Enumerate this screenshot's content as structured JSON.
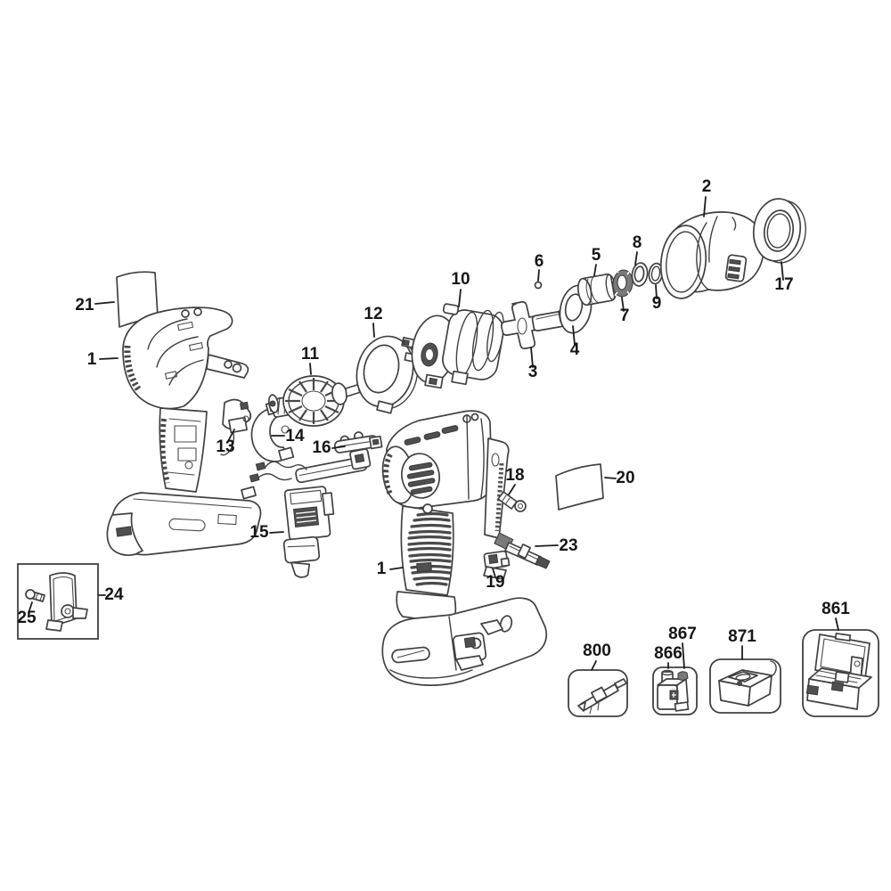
{
  "colors": {
    "background": "#ffffff",
    "line_art": "#414141",
    "dark_fill": "#4f4f4f",
    "label_text": "#161616"
  },
  "callouts": {
    "part21": "21",
    "part1_left": "1",
    "part13": "13",
    "part14": "14",
    "part11": "11",
    "part12": "12",
    "part10": "10",
    "part6": "6",
    "part3": "3",
    "part4": "4",
    "part5": "5",
    "part7": "7",
    "part8": "8",
    "part9": "9",
    "part2": "2",
    "part17": "17",
    "part16": "16",
    "part15": "15",
    "part1_right": "1",
    "part18": "18",
    "part20": "20",
    "part23": "23",
    "part19": "19",
    "part24": "24",
    "part25": "25",
    "part800": "800",
    "part866": "866",
    "part867": "867",
    "part871": "871",
    "part861": "861"
  }
}
